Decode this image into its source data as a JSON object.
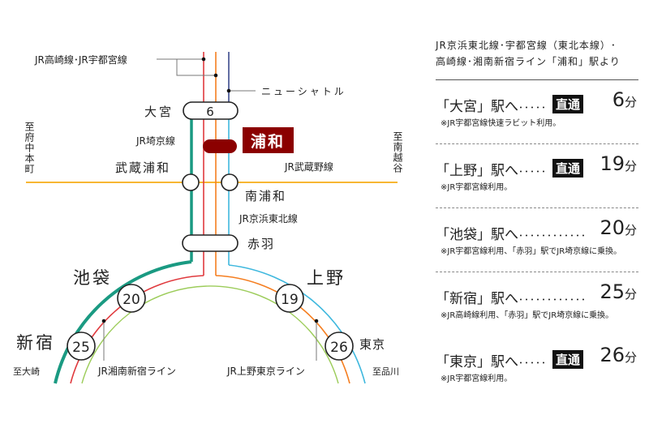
{
  "map": {
    "leader_takasaki_utsunomiya": "JR高崎線･JR宇都宮線",
    "leader_new_shuttle": "ニューシャトル",
    "line_saikyo": "JR埼京線",
    "line_musashino": "JR武蔵野線",
    "line_keihin_tohoku": "JR京浜東北線",
    "line_shonan_shinjuku": "JR湘南新宿ライン",
    "line_ueno_tokyo": "JR上野東京ライン",
    "to_fuchuhonmachi": "至府中本町",
    "to_minamikoshigaya": "至南越谷",
    "to_osaki": "至大崎",
    "to_shinagawa": "至品川",
    "stations": {
      "omiya": {
        "name": "大宮",
        "minutes": "6"
      },
      "urawa": {
        "name": "浦和"
      },
      "musashi_urawa": {
        "name": "武蔵浦和"
      },
      "minami_urawa": {
        "name": "南浦和"
      },
      "akabane": {
        "name": "赤羽"
      },
      "ikebukuro": {
        "name": "池袋",
        "minutes": "20"
      },
      "ueno": {
        "name": "上野",
        "minutes": "19"
      },
      "shinjuku": {
        "name": "新宿",
        "minutes": "25"
      },
      "tokyo": {
        "name": "東京",
        "minutes": "26"
      }
    },
    "colors": {
      "saikyo": "#1a9a82",
      "utsunomiya": "#e03a3e",
      "ueno_tokyo": "#f57e20",
      "keihin": "#3fb8de",
      "shuttle": "#3a4a8c",
      "musashino": "#f7b733",
      "shonan": "#9ccc5a",
      "urawa_accent": "#8b0000"
    }
  },
  "panel": {
    "header_line1": "JR京浜東北線･宇都宮線（東北本線）･",
    "header_line2": "高崎線･湘南新宿ライン「浦和」駅より",
    "entries": [
      {
        "dest": "「大宮」駅へ",
        "dots": "･････",
        "badge": "直通",
        "minutes": "6",
        "unit": "分",
        "note": "※JR宇都宮線快速ラビット利用。"
      },
      {
        "dest": "「上野」駅へ",
        "dots": "･････",
        "badge": "直通",
        "minutes": "19",
        "unit": "分",
        "note": "※JR宇都宮線利用。"
      },
      {
        "dest": "「池袋」駅へ",
        "dots": "････････････",
        "minutes": "20",
        "unit": "分",
        "note": "※JR宇都宮線利用、「赤羽」駅でJR埼京線に乗換。"
      },
      {
        "dest": "「新宿」駅へ",
        "dots": "････････････",
        "minutes": "25",
        "unit": "分",
        "note": "※JR高崎線利用、「赤羽」駅でJR埼京線に乗換。"
      },
      {
        "dest": "「東京」駅へ",
        "dots": "･････",
        "badge": "直通",
        "minutes": "26",
        "unit": "分",
        "note": "※JR宇都宮線利用。"
      }
    ]
  }
}
